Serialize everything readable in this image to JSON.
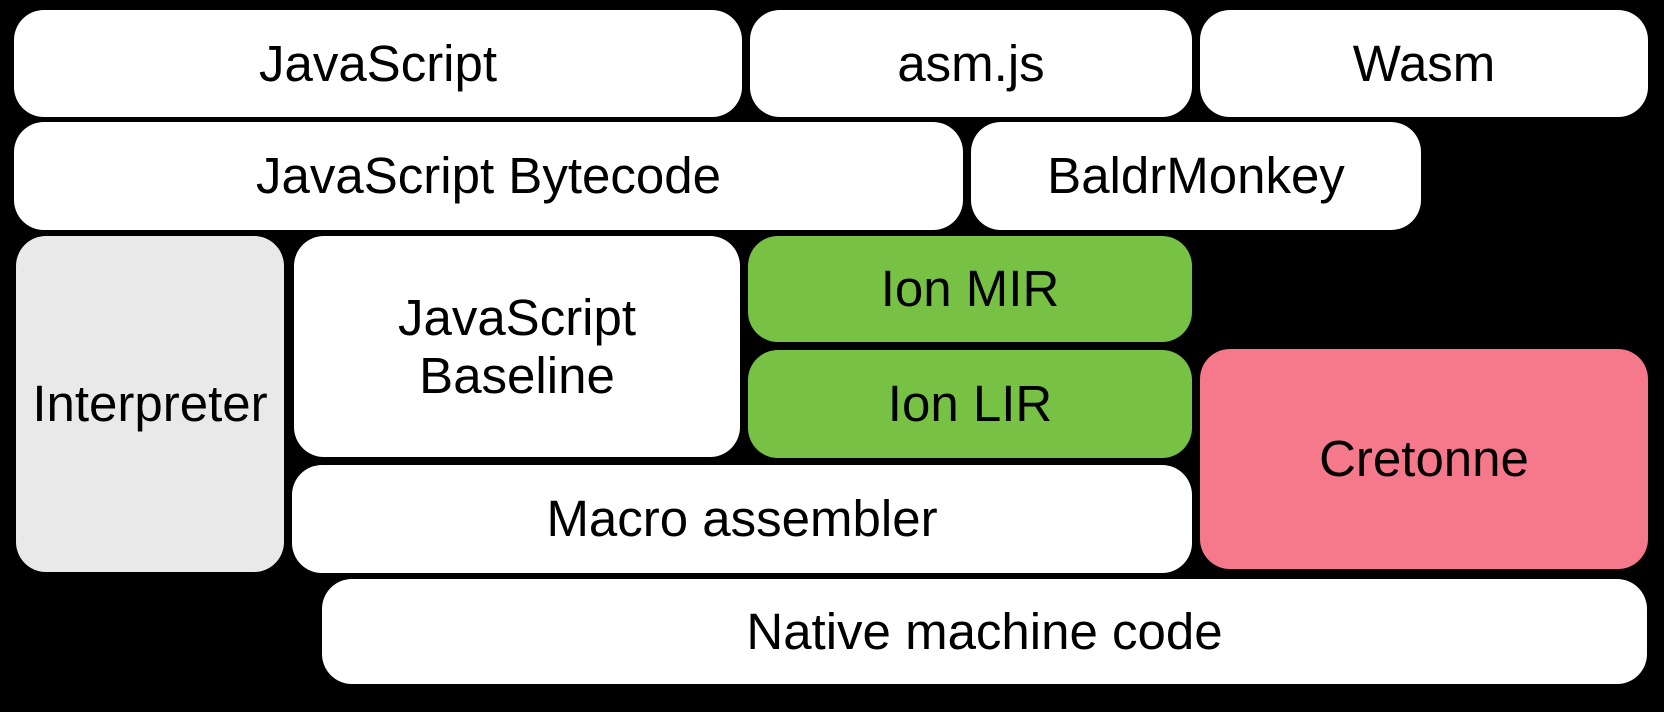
{
  "diagram": {
    "background": "#000000",
    "text_color": "#000000",
    "colors": {
      "white": "#ffffff",
      "gray": "#e9e9e9",
      "green": "#77c144",
      "pink": "#f5798b"
    },
    "boxes": [
      {
        "id": "javascript",
        "label": "JavaScript",
        "fill": "white"
      },
      {
        "id": "asm-js",
        "label": "asm.js",
        "fill": "white"
      },
      {
        "id": "wasm",
        "label": "Wasm",
        "fill": "white"
      },
      {
        "id": "javascript-bytecode",
        "label": "JavaScript Bytecode",
        "fill": "white"
      },
      {
        "id": "baldrmonkey",
        "label": "BaldrMonkey",
        "fill": "white"
      },
      {
        "id": "interpreter",
        "label": "Interpreter",
        "fill": "gray"
      },
      {
        "id": "javascript-baseline",
        "label": "JavaScript Baseline",
        "fill": "white",
        "lines": [
          "JavaScript",
          "Baseline"
        ]
      },
      {
        "id": "ion-mir",
        "label": "Ion MIR",
        "fill": "green"
      },
      {
        "id": "ion-lir",
        "label": "Ion LIR",
        "fill": "green"
      },
      {
        "id": "cretonne",
        "label": "Cretonne",
        "fill": "pink"
      },
      {
        "id": "macro-assembler",
        "label": "Macro assembler",
        "fill": "white"
      },
      {
        "id": "native-machine-code",
        "label": "Native machine code",
        "fill": "white"
      }
    ]
  }
}
